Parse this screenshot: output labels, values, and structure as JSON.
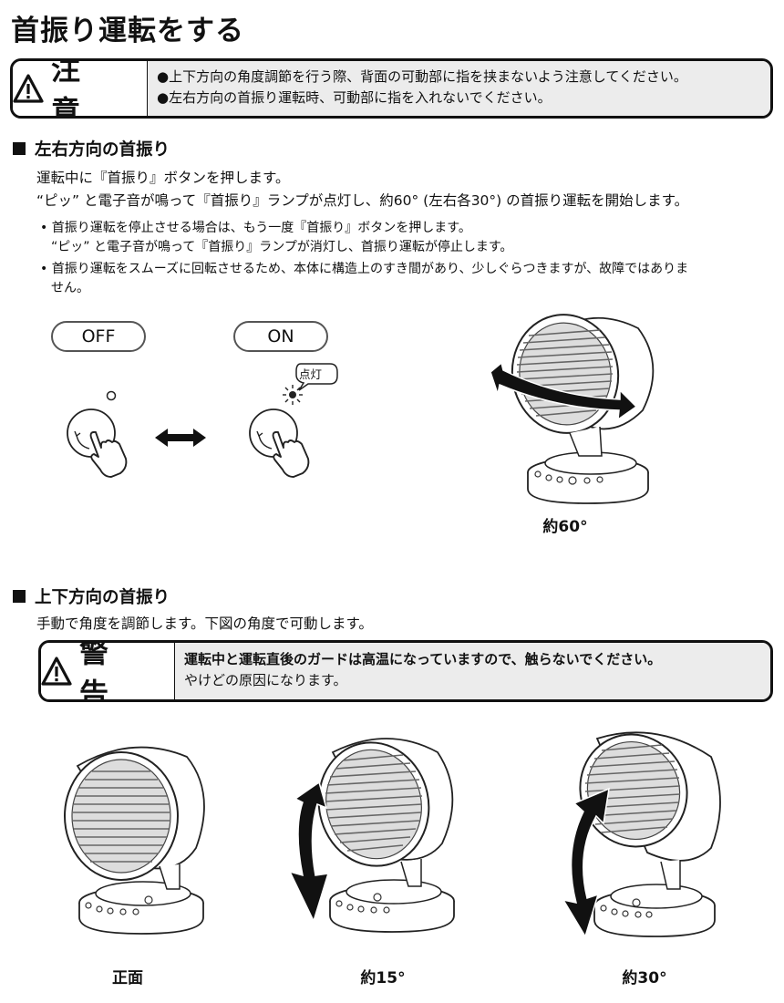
{
  "title": "首振り運転をする",
  "caution": {
    "label": "注 意",
    "lines": [
      "●上下方向の角度調節を行う際、背面の可動部に指を挟まないよう注意してください。",
      "●左右方向の首振り運転時、可動部に指を入れないでください。"
    ]
  },
  "section1": {
    "heading": "左右方向の首振り",
    "para1": "運転中に『首振り』ボタンを押します。",
    "para2": "“ピッ” と電子音が鳴って『首振り』ランプが点灯し、約60° (左右各30°) の首振り運転を開始します。",
    "bullets": [
      "• 首振り運転を停止させる場合は、もう一度『首振り』ボタンを押します。",
      "“ピッ” と電子音が鳴って『首振り』ランプが消灯し、首振り運転が停止します。",
      "• 首振り運転をスムーズに回転させるため、本体に構造上のすき間があり、少しぐらつきますが、故障ではありま",
      "せん。"
    ],
    "off_label": "OFF",
    "on_label": "ON",
    "lit_label": "点灯",
    "angle_caption": "約60°"
  },
  "section2": {
    "heading": "上下方向の首振り",
    "para": "手動で角度を調節します。下図の角度で可動します。"
  },
  "warning": {
    "label": "警 告",
    "line1": "運転中と運転直後のガードは高温になっていますので、触らないでください。",
    "line2": "やけどの原因になります。"
  },
  "captions": {
    "front": "正面",
    "deg15": "約15°",
    "deg30": "約30°"
  }
}
